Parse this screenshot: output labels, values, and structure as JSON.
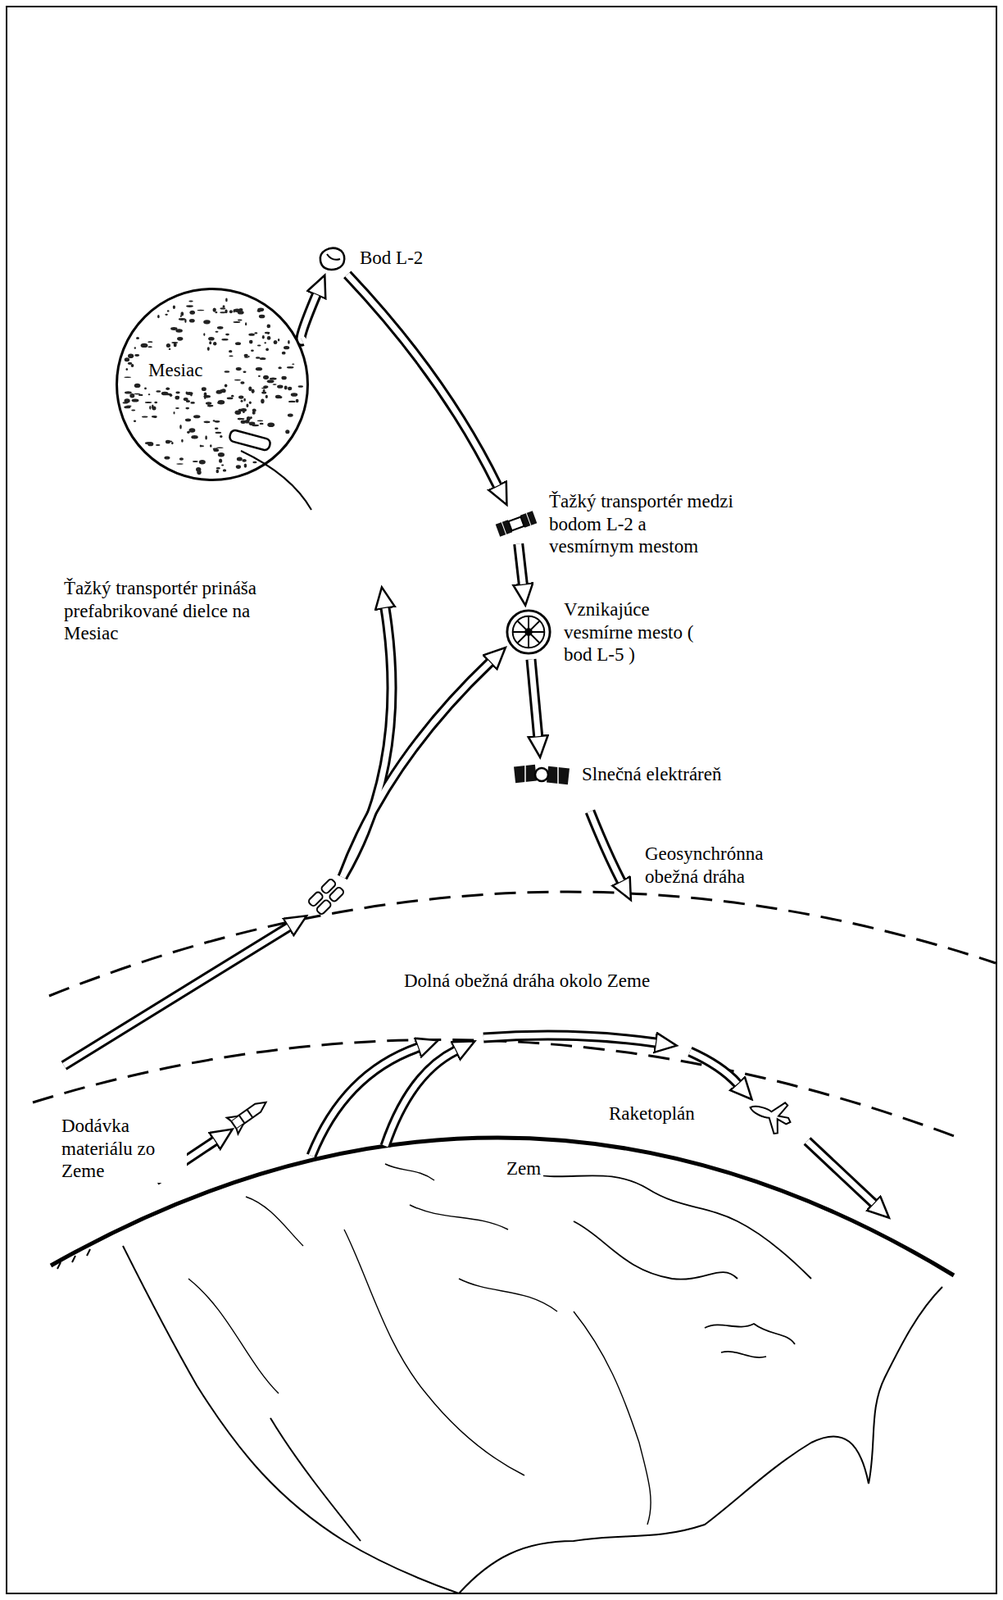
{
  "diagram": {
    "nodes": [
      {
        "text": [
          "Bod L-2"
        ]
      },
      {
        "text": [
          "Mesiac"
        ]
      },
      {
        "text": [
          "Ťažký transportér medzi bodom L-2 a vesmírnym mestom"
        ]
      },
      {
        "text": [
          "Vznikajúce vesmírne mesto ( bod L-5 )"
        ]
      },
      {
        "text": [
          "Slnečná elektráreň"
        ]
      }
    ],
    "edges": [
      {
        "from": 1,
        "to": 0,
        "arrow": "to"
      },
      {
        "from": 0,
        "to": 2,
        "arrow": "to"
      },
      {
        "from": 2,
        "to": 3,
        "arrow": "to"
      },
      {
        "from": 3,
        "to": 4,
        "arrow": "to"
      }
    ],
    "labels": [
      "Ťažký transportér prináša prefabrikované dielce na Mesiac",
      "Geosynchrónna obežná dráha",
      "Dolná obežná dráha okolo Zeme",
      "Dodávka materiálu zo Zeme",
      "Raketoplán",
      "Zem"
    ]
  }
}
